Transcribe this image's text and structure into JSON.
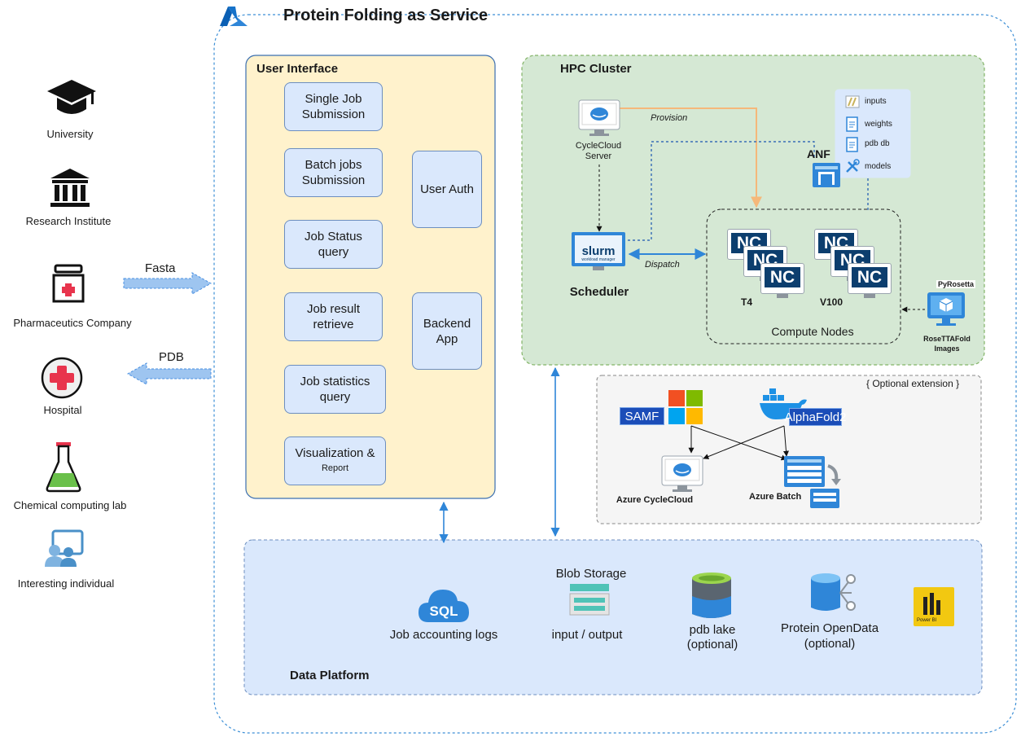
{
  "title": "Protein Folding as Service",
  "users": [
    {
      "label": "University",
      "icon": "graduation-cap-icon"
    },
    {
      "label": "Research Institute",
      "icon": "institute-building-icon"
    },
    {
      "label": "Pharmaceutics Company",
      "icon": "medicine-jar-icon"
    },
    {
      "label": "Hospital",
      "icon": "hospital-cross-icon"
    },
    {
      "label": "Chemical computing lab",
      "icon": "flask-icon"
    },
    {
      "label": "Interesting individual",
      "icon": "presenter-icon"
    }
  ],
  "flows": {
    "input": "Fasta",
    "output": "PDB"
  },
  "ui": {
    "title": "User Interface",
    "buttons": [
      {
        "line1": "Single Job",
        "line2": "Submission"
      },
      {
        "line1": "Batch jobs",
        "line2": "Submission"
      },
      {
        "line1": "Job Status",
        "line2": "query"
      },
      {
        "line1": "Job result",
        "line2": "retrieve"
      },
      {
        "line1": "Job statistics",
        "line2": "query"
      },
      {
        "line1": "Visualization &",
        "line2": "Report"
      }
    ],
    "auth": "User Auth",
    "backend": {
      "line1": "Backend",
      "line2": "App"
    }
  },
  "hpc": {
    "title": "HPC Cluster",
    "cyclecloud": {
      "line1": "CycleCloud",
      "line2": "Server"
    },
    "provision": "Provision",
    "dispatch": "Dispatch",
    "scheduler": "Scheduler",
    "slurm": "slurm",
    "slurm_sub": "workload manager",
    "anf": "ANF",
    "anf_items": [
      "inputs",
      "weights",
      "pdb db",
      "models"
    ],
    "node_label": "NC",
    "t4": "T4",
    "v100": "V100",
    "compute": "Compute Nodes",
    "pyrosetta": "PyRosetta",
    "rosetta": {
      "line1": "RoseTTAFold",
      "line2": "Images"
    }
  },
  "optional": {
    "title": "{ Optional extension }",
    "samf": "SAMF",
    "alphafold": "AlphaFold2",
    "cyclecloud": "Azure CycleCloud",
    "batch": "Azure Batch"
  },
  "data": {
    "title": "Data Platform",
    "sql_icon": "SQL",
    "sql": "Job accounting logs",
    "blob_title": "Blob Storage",
    "blob": "input / output",
    "pdb": {
      "line1": "pdb lake",
      "line2": "(optional)"
    },
    "opendata": {
      "line1": "Protein OpenData",
      "line2": "(optional)"
    },
    "powerbi": "Power BI"
  },
  "colors": {
    "azure_blue": "#0078d4",
    "ui_panel": "#fff2cc",
    "hpc_panel": "#d5e8d4",
    "data_panel": "#dae8fc",
    "button": "#dae8fc",
    "arrow_blue": "#4a90e2",
    "provision_orange": "#f5b87a"
  }
}
